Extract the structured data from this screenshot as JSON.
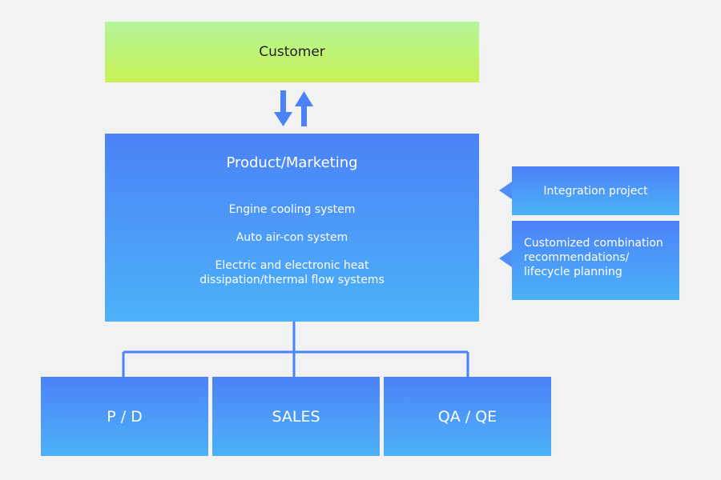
{
  "customer": {
    "label": "Customer"
  },
  "product": {
    "title": "Product/Marketing",
    "items": [
      "Engine cooling system",
      "Auto air-con system",
      "Electric and electronic heat dissipation/thermal flow systems"
    ]
  },
  "side_boxes": [
    "Integration project",
    "Customized combination recommendations/ lifecycle planning"
  ],
  "departments": [
    "P / D",
    "SALES",
    "QA / QE"
  ],
  "colors": {
    "customer_gradient_top": "#b4f59a",
    "customer_gradient_bottom": "#c8f254",
    "box_gradient_top": "#4b82f7",
    "box_gradient_bottom": "#4cb2f9",
    "connector": "#4b82f7",
    "background": "#f2f2f2"
  }
}
